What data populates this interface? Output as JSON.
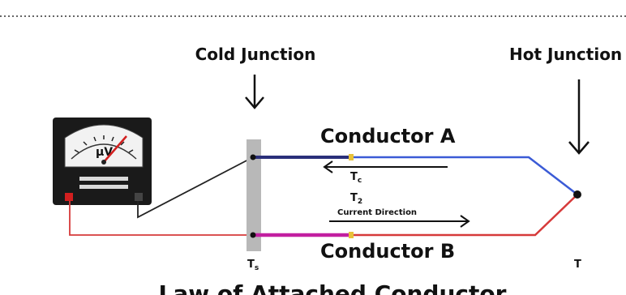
{
  "labels": {
    "cold_junction": "Cold Junction",
    "hot_junction": "Hot Junction",
    "conductor_a": "Conductor A",
    "conductor_b": "Conductor B",
    "tc": "T",
    "tc_sub": "c",
    "t2": "T",
    "t2_sub": "2",
    "ts": "T",
    "ts_sub": "s",
    "t_hot": "T",
    "current_direction": "Current Direction",
    "meter_unit": "μV",
    "title": "Law of Attached Conductor"
  },
  "colors": {
    "conductor_a": "#3b5bd6",
    "conductor_b": "#d63a3a",
    "magenta_segment": "#c21fa0",
    "navy_segment": "#2a2f7a",
    "junction_block": "#b8b8b8",
    "accent_yellow": "#e8c23a"
  }
}
